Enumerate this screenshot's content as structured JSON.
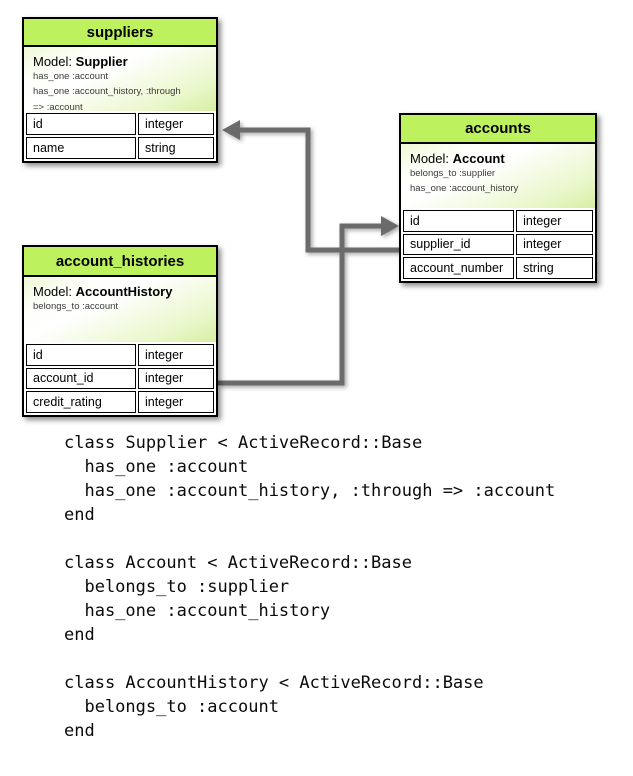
{
  "diagram": {
    "tables": [
      {
        "title": "suppliers",
        "model_label": "Model:",
        "model_name": "Supplier",
        "associations": [
          "has_one :account",
          "has_one :account_history, :through",
          "=> :account"
        ],
        "fields": [
          {
            "name": "id",
            "type": "integer"
          },
          {
            "name": "name",
            "type": "string"
          }
        ]
      },
      {
        "title": "accounts",
        "model_label": "Model:",
        "model_name": "Account",
        "associations": [
          "belongs_to :supplier",
          "has_one :account_history"
        ],
        "fields": [
          {
            "name": "id",
            "type": "integer"
          },
          {
            "name": "supplier_id",
            "type": "integer"
          },
          {
            "name": "account_number",
            "type": "string"
          }
        ]
      },
      {
        "title": "account_histories",
        "model_label": "Model:",
        "model_name": "AccountHistory",
        "associations": [
          "belongs_to :account"
        ],
        "fields": [
          {
            "name": "id",
            "type": "integer"
          },
          {
            "name": "account_id",
            "type": "integer"
          },
          {
            "name": "credit_rating",
            "type": "integer"
          }
        ]
      }
    ],
    "arrows": [
      {
        "from": "accounts.supplier_id",
        "to": "suppliers.id"
      },
      {
        "from": "account_histories.account_id",
        "to": "accounts.id"
      }
    ],
    "colors": {
      "header_green": "#bdf15e",
      "arrow_gray": "#6b6b6b",
      "border_black": "#000000"
    }
  },
  "code": {
    "lines": [
      "class Supplier < ActiveRecord::Base",
      "  has_one :account",
      "  has_one :account_history, :through => :account",
      "end",
      "",
      "class Account < ActiveRecord::Base",
      "  belongs_to :supplier",
      "  has_one :account_history",
      "end",
      "",
      "class AccountHistory < ActiveRecord::Base",
      "  belongs_to :account",
      "end"
    ]
  }
}
